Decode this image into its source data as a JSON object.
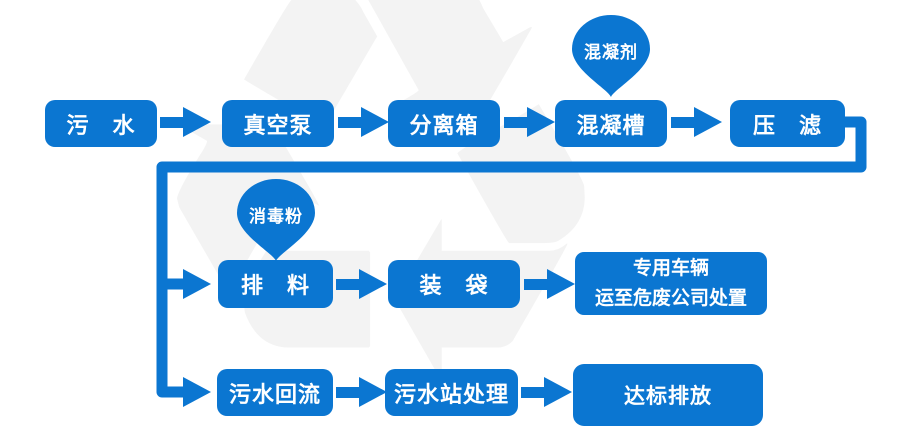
{
  "colors": {
    "primary_blue": "#0b76d1",
    "box_text": "#ffffff",
    "watermark_gray": "#f3f3f3"
  },
  "watermark_glyph": "♻",
  "flow": {
    "row1": {
      "nodes": [
        "污　水",
        "真空泵",
        "分离箱",
        "混凝槽",
        "压　滤"
      ]
    },
    "row2": {
      "nodes": [
        "排　料",
        "装　袋"
      ],
      "dispatch_box": {
        "line1": "专用车辆",
        "line2": "运至危废公司处置"
      }
    },
    "row3": {
      "nodes": [
        "污水回流",
        "污水站处理",
        "达标排放"
      ]
    },
    "balloons": {
      "coagulant": "混凝剂",
      "disinfectant": "消毒粉"
    }
  }
}
